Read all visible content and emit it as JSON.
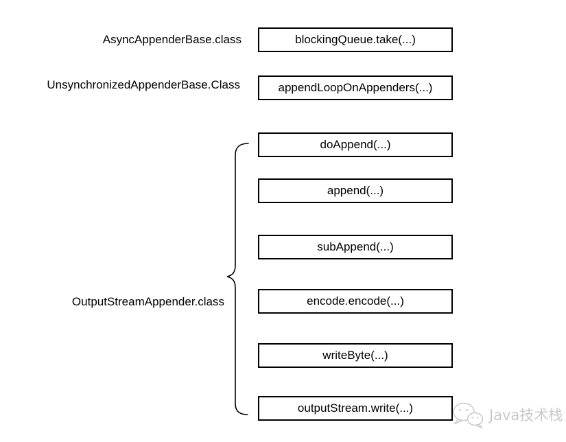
{
  "groups": [
    {
      "label": "AsyncAppenderBase.class",
      "methods": [
        "blockingQueue.take(...)"
      ]
    },
    {
      "label": "UnsynchronizedAppenderBase.Class",
      "methods": [
        "appendLoopOnAppenders(...)"
      ]
    },
    {
      "label": "OutputStreamAppender.class",
      "methods": [
        "doAppend(...)",
        "append(...)",
        "subAppend(...)",
        "encode.encode(...)",
        "writeByte(...)",
        "outputStream.write(...)"
      ]
    }
  ],
  "icons": {
    "grouping_brace": "left-curly-brace",
    "watermark_icon": "wechat-chat-bubbles"
  },
  "colors": {
    "background": "#ffffff",
    "box_fill": "#ffffff",
    "box_border": "#000000",
    "text": "#000000",
    "watermark": "#c9c9c9"
  },
  "watermark": {
    "text": "Java技术栈"
  }
}
